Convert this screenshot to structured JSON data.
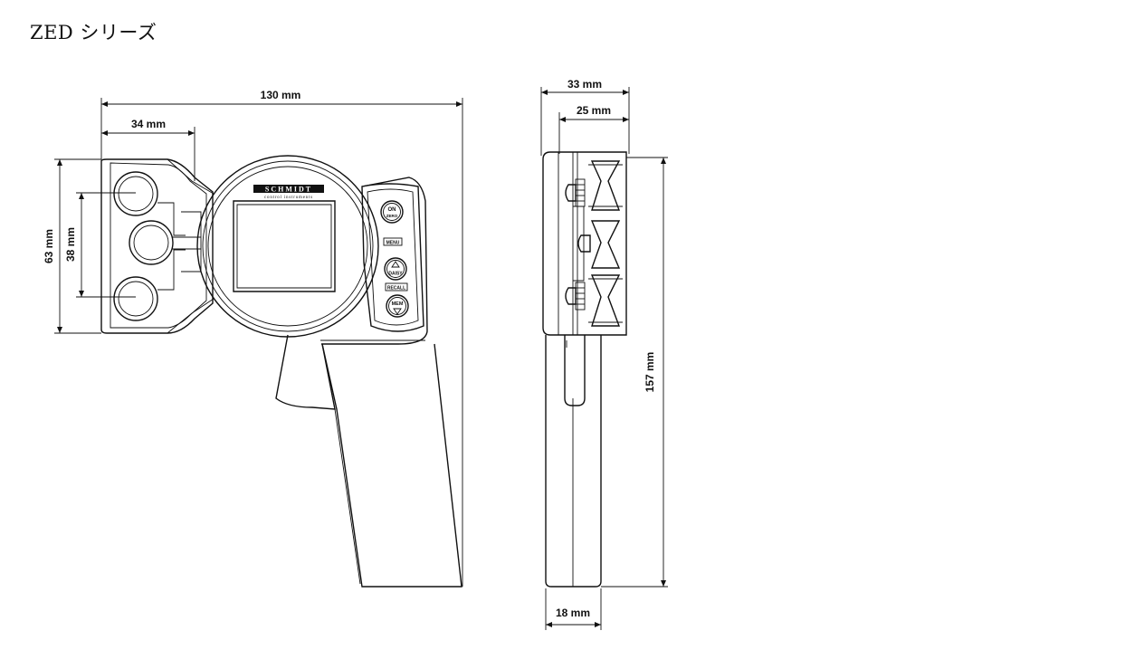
{
  "title": "ZED シリーズ",
  "brand": {
    "name": "SCHMIDT",
    "tagline": "control instruments"
  },
  "buttons": {
    "on": "ON",
    "zero": "ZERO",
    "menu": "MENU",
    "daisy": "DAISY",
    "recall": "RECALL",
    "mem": "MEM"
  },
  "dimensions": {
    "total_width": "130 mm",
    "head_offset": "34 mm",
    "head_height": "63 mm",
    "roller_spacing": "38 mm",
    "side_depth": "33 mm",
    "side_inner_depth": "25 mm",
    "total_height": "157 mm",
    "handle_width": "18 mm"
  }
}
